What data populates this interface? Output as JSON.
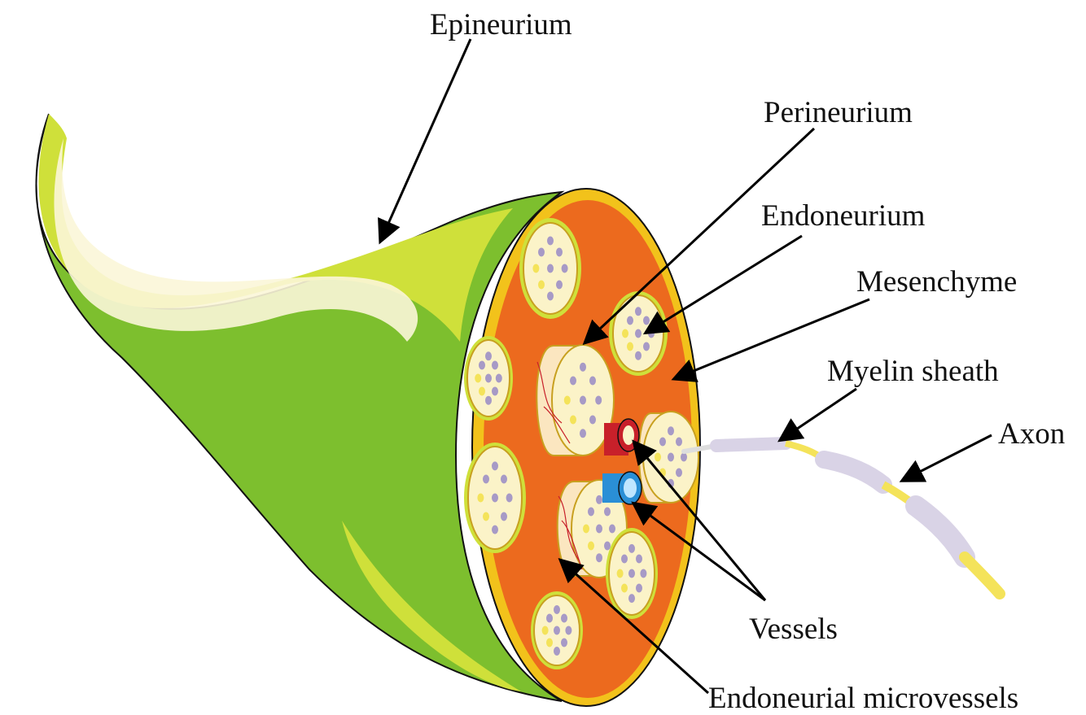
{
  "labels": {
    "epineurium": "Epineurium",
    "perineurium": "Perineurium",
    "endoneurium": "Endoneurium",
    "mesenchyme": "Mesenchyme",
    "myelin_sheath": "Myelin sheath",
    "axon": "Axon",
    "vessels": "Vessels",
    "endoneurial_microvessels": "Endoneurial microvessels"
  },
  "colors": {
    "epineurium_green": "#7dbf2e",
    "epineurium_light": "#cfe03a",
    "highlight_cream": "#fbf6d8",
    "mesenchyme_orange": "#ec6a1e",
    "rim_yellow": "#f2c21b",
    "fascicle_fill": "#fbf3c8",
    "axon_purple": "#a79ac6",
    "axon_yellow": "#f4e35a",
    "artery_red": "#c8202a",
    "vein_blue": "#2a8fd6",
    "myelin_lavender": "#d9d3e6"
  }
}
